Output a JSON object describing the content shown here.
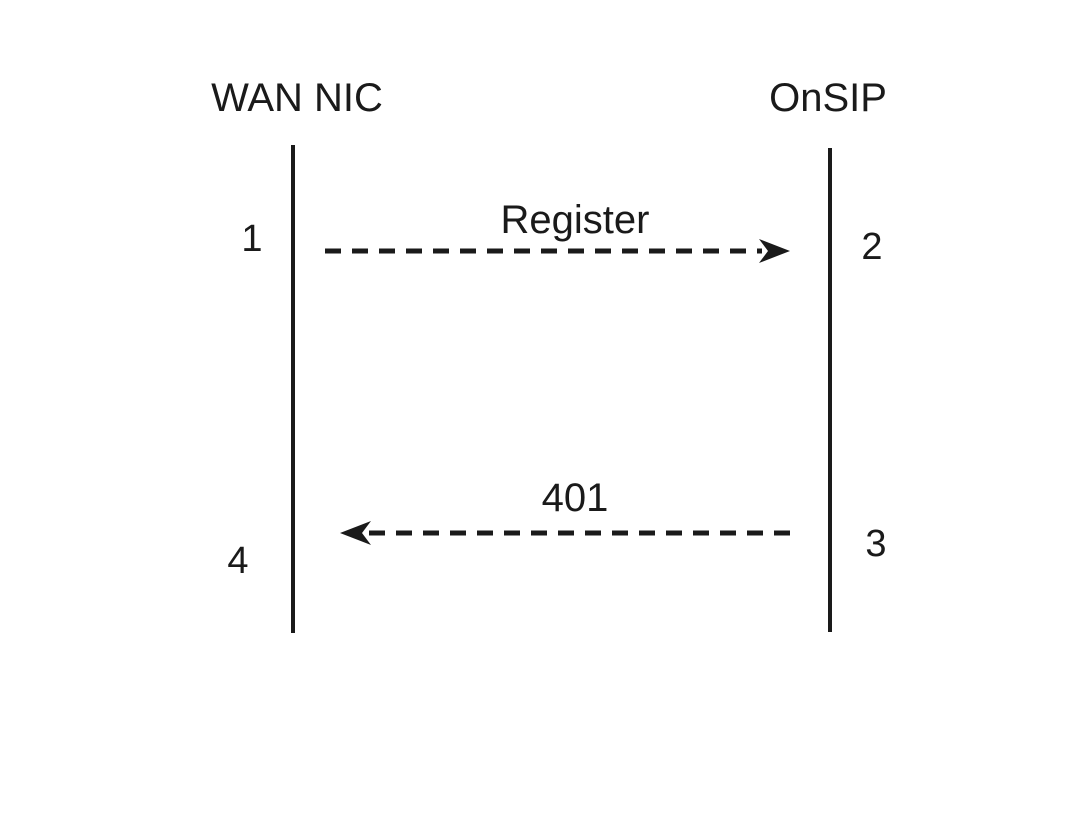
{
  "diagram": {
    "type": "sequence-diagram",
    "colors": {
      "ink": "#1a1a1a",
      "background": "#ffffff"
    },
    "lifelines": [
      {
        "name": "WAN NIC"
      },
      {
        "name": "OnSIP"
      }
    ],
    "messages": [
      {
        "label": "Register",
        "from": "WAN NIC",
        "to": "OnSIP",
        "direction": "right",
        "line_style": "dashed",
        "origin_step": "1",
        "arrival_step": "2"
      },
      {
        "label": "401",
        "from": "OnSIP",
        "to": "WAN NIC",
        "direction": "left",
        "line_style": "dashed",
        "origin_step": "3",
        "arrival_step": "4"
      }
    ]
  }
}
